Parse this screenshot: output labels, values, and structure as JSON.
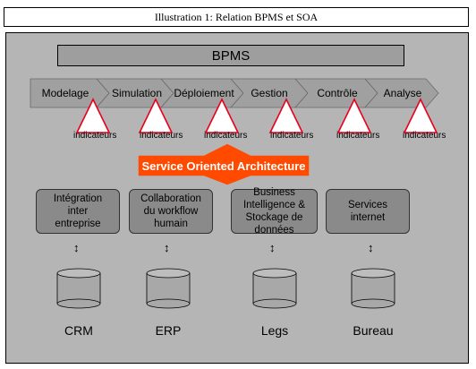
{
  "caption": "Illustration 1: Relation BPMS et SOA",
  "bpms": "BPMS",
  "process_steps": [
    {
      "label": "Modelage"
    },
    {
      "label": "Simulation"
    },
    {
      "label": "Déploiement"
    },
    {
      "label": "Gestion"
    },
    {
      "label": "Contrôle"
    },
    {
      "label": "Analyse"
    }
  ],
  "indicator_label": "indicateurs",
  "indicators": [
    "indicateurs",
    "indicateurs",
    "indicateurs",
    "indicateurs",
    "indicateurs",
    "indicateurs"
  ],
  "soa": "Service Oriented Architecture",
  "services": [
    {
      "label": "Intégration\ninter\nentreprise"
    },
    {
      "label": "Collaboration\ndu workflow\nhumain"
    },
    {
      "label": "Business\nIntelligence &\nStockage de\ndonnées"
    },
    {
      "label": "Services\ninternet"
    }
  ],
  "systems": [
    "CRM",
    "ERP",
    "Legs",
    "Bureau"
  ],
  "colors": {
    "panel": "#b5b5b5",
    "chevron": "#a0a0a0",
    "triangle": "#ffffff",
    "soa_arrow": "#ff4a00",
    "service_box": "#8a8a8a",
    "database": "#a8a8a8"
  }
}
